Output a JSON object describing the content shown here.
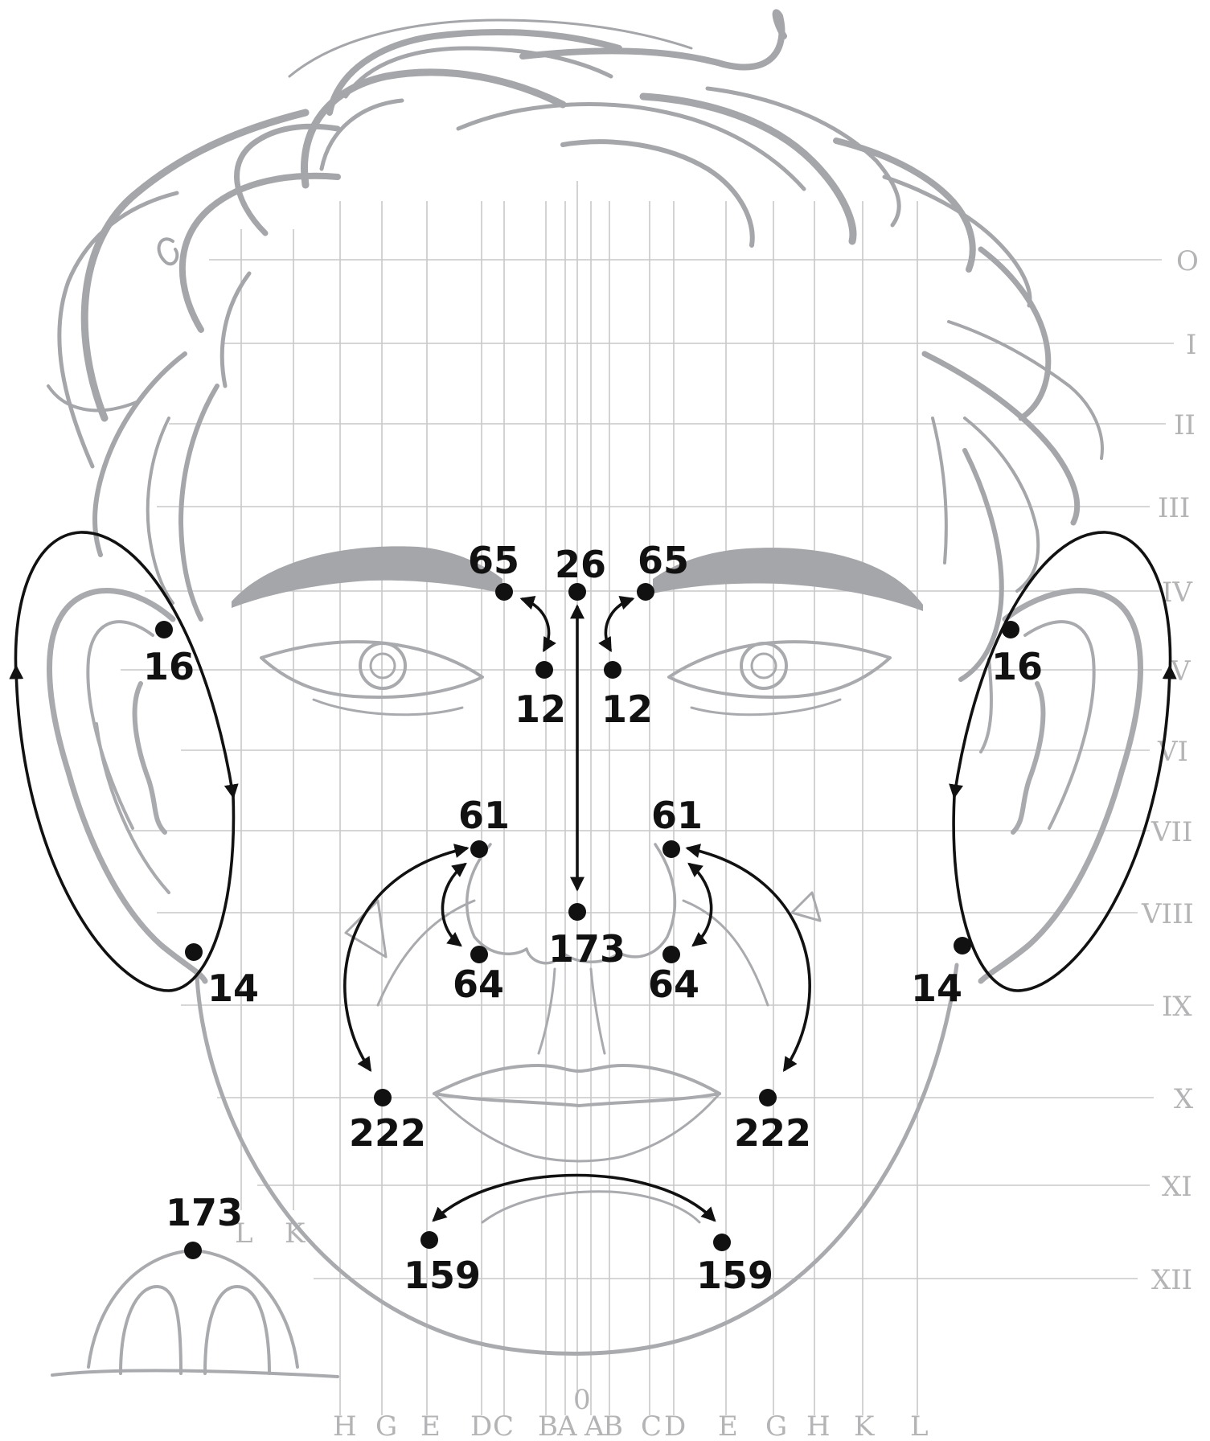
{
  "grid": {
    "rows": [
      "O",
      "I",
      "II",
      "III",
      "IV",
      "V",
      "VI",
      "VII",
      "VIII",
      "IX",
      "X",
      "XI",
      "XII"
    ],
    "columns": [
      "H",
      "G",
      "E",
      "D",
      "C",
      "B",
      "A",
      "0",
      "A",
      "B",
      "C",
      "D",
      "E",
      "G",
      "H",
      "K",
      "L"
    ],
    "inset_columns": [
      "L",
      "K"
    ]
  },
  "points": {
    "p26": "26",
    "p65_left": "65",
    "p65_right": "65",
    "p12_left": "12",
    "p12_right": "12",
    "p16_left": "16",
    "p16_right": "16",
    "p14_left": "14",
    "p14_right": "14",
    "p61_left": "61",
    "p61_right": "61",
    "p64_left": "64",
    "p64_right": "64",
    "p173": "173",
    "p222_left": "222",
    "p222_right": "222",
    "p159_left": "159",
    "p159_right": "159",
    "p173_inset": "173"
  }
}
